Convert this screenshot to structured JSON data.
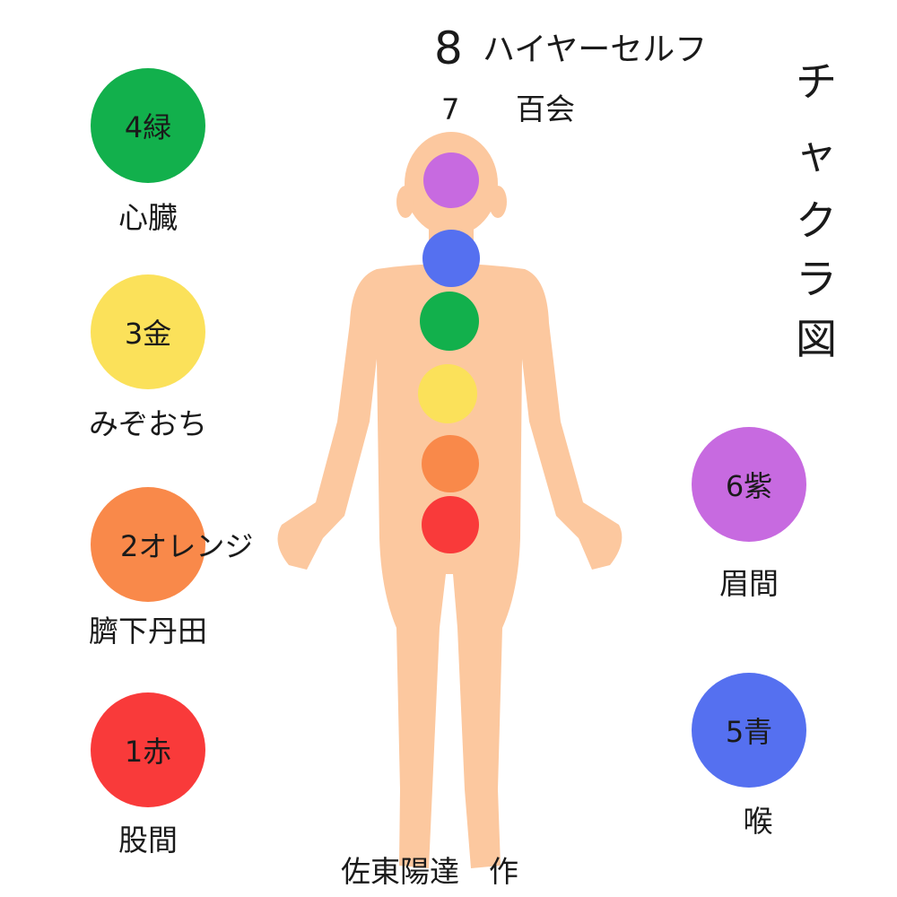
{
  "header": {
    "number": "8",
    "higher_self": "ハイヤーセルフ",
    "crown_number": "7",
    "crown_name": "百会"
  },
  "title_chars": [
    "チ",
    "ャ",
    "ク",
    "ラ",
    "図"
  ],
  "legend": [
    {
      "id": "heart",
      "label": "4緑",
      "caption": "心臓",
      "color": "#12b04c"
    },
    {
      "id": "solar",
      "label": "3金",
      "caption": "みぞおち",
      "color": "#fbe15a"
    },
    {
      "id": "sacral",
      "label": "2オレンジ",
      "caption": "臍下丹田",
      "color": "#f9894a"
    },
    {
      "id": "root",
      "label": "1赤",
      "caption": "股間",
      "color": "#f93a3a"
    },
    {
      "id": "brow",
      "label": "6紫",
      "caption": "眉間",
      "color": "#c76ae0"
    },
    {
      "id": "throat",
      "label": "5青",
      "caption": "喉",
      "color": "#5570f0"
    }
  ],
  "body_dots": [
    {
      "name": "crown-dot",
      "color": "#c76ae0"
    },
    {
      "name": "throat-dot",
      "color": "#5570f0"
    },
    {
      "name": "heart-dot",
      "color": "#12b04c"
    },
    {
      "name": "solar-dot",
      "color": "#fbe15a"
    },
    {
      "name": "sacral-dot",
      "color": "#f9894a"
    },
    {
      "name": "root-dot",
      "color": "#f93a3a"
    }
  ],
  "body_color": "#fcc89f",
  "author": "佐東陽達　作"
}
